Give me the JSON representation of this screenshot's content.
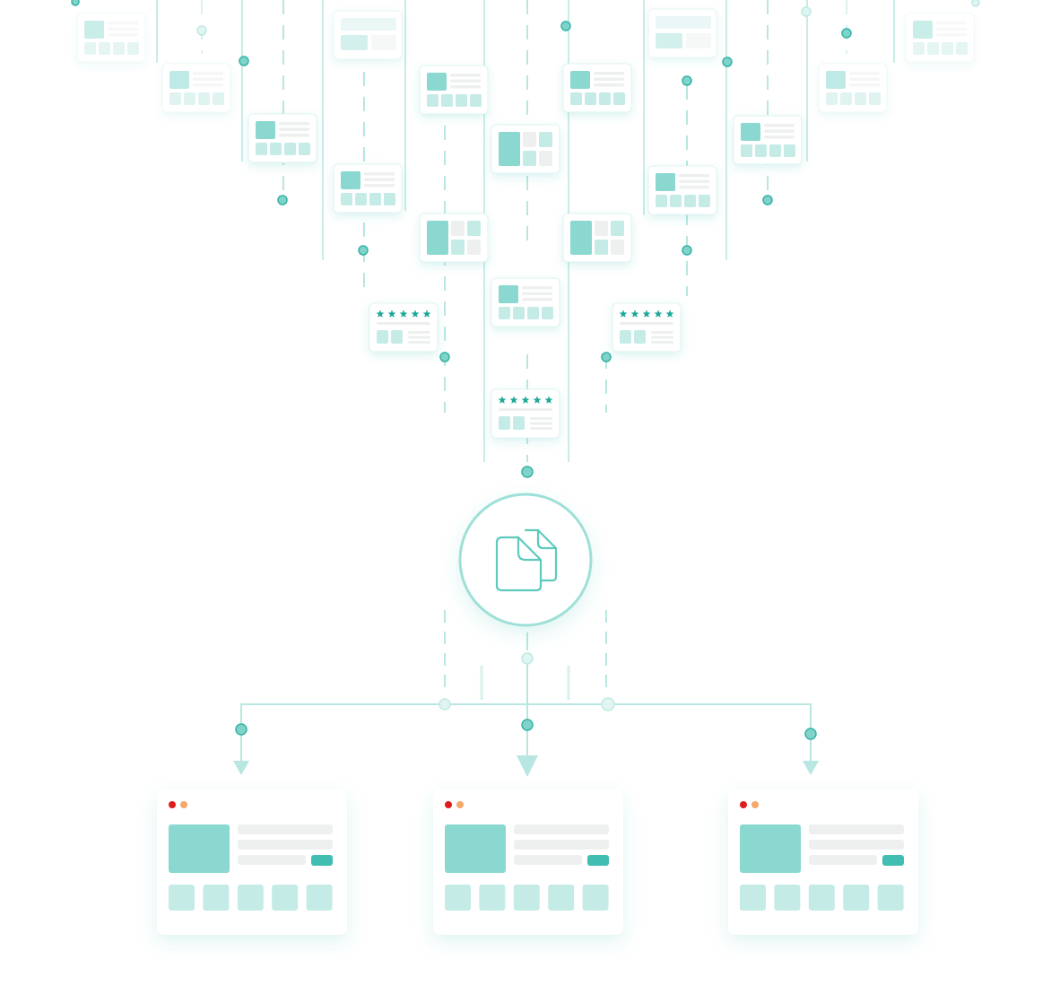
{
  "colors": {
    "accent": "#3fbfb2",
    "accent_strong": "#41bdb1",
    "block_dark": "#8ad8d0",
    "block_light": "#c5ebe6",
    "block_pale": "#e3f5f3",
    "line": "#b8e6e1",
    "bar_grey": "#eef0f0",
    "dot_red": "#e01b1b",
    "dot_orange": "#f4a86a",
    "card_bg": "#ffffff"
  },
  "diagram": {
    "nodes": [
      {
        "id": "template-a",
        "kind": "mini-card"
      },
      {
        "id": "template-b",
        "kind": "mini-card"
      },
      {
        "id": "template-c",
        "kind": "mini-card"
      },
      {
        "id": "review-card-left",
        "kind": "rating-card",
        "stars": 5
      },
      {
        "id": "review-card-center",
        "kind": "rating-card",
        "stars": 5
      },
      {
        "id": "review-card-right",
        "kind": "rating-card",
        "stars": 5
      },
      {
        "id": "hub",
        "kind": "circle",
        "icon": "duplicate-pages-icon"
      },
      {
        "id": "output-page-1",
        "kind": "browser-page"
      },
      {
        "id": "output-page-2",
        "kind": "browser-page"
      },
      {
        "id": "output-page-3",
        "kind": "browser-page"
      }
    ]
  }
}
